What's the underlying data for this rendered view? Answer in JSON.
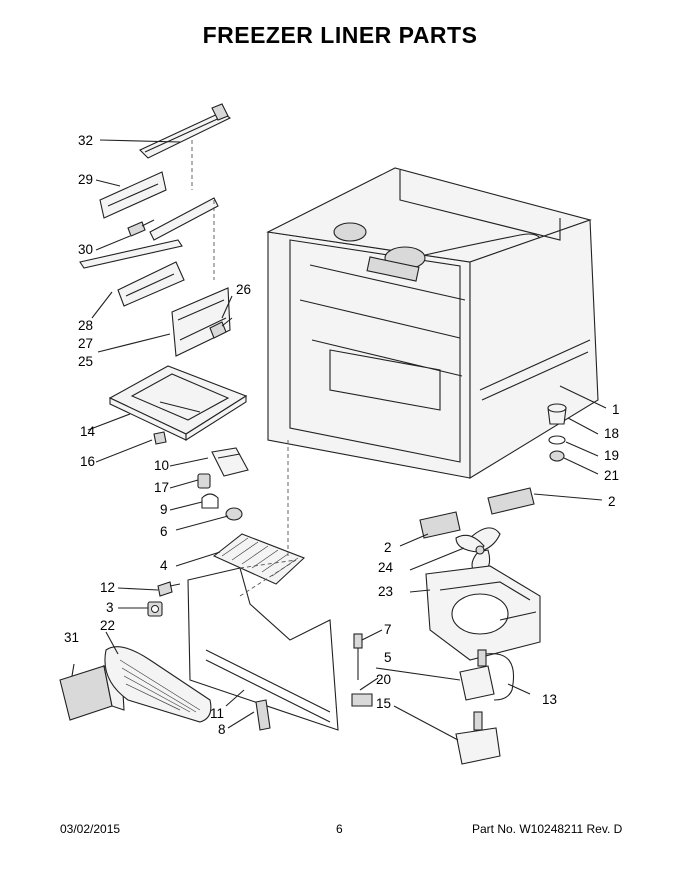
{
  "page": {
    "title": "FREEZER LINER PARTS",
    "date": "03/02/2015",
    "page_number": "6",
    "part_no": "Part No.  W10248211  Rev.  D"
  },
  "callouts": {
    "c32": "32",
    "c29": "29",
    "c30": "30",
    "c26": "26",
    "c28": "28",
    "c27": "27",
    "c25": "25",
    "c14": "14",
    "c16": "16",
    "c10": "10",
    "c17": "17",
    "c9": "9",
    "c6": "6",
    "c4": "4",
    "c12": "12",
    "c3": "3",
    "c31": "31",
    "c22": "22",
    "c11": "11",
    "c8": "8",
    "c7": "7",
    "c5": "5",
    "c20": "20",
    "c15": "15",
    "c13": "13",
    "c1": "1",
    "c18": "18",
    "c19": "19",
    "c21": "21",
    "c2a": "2",
    "c2b": "2",
    "c24": "24",
    "c23": "23"
  }
}
